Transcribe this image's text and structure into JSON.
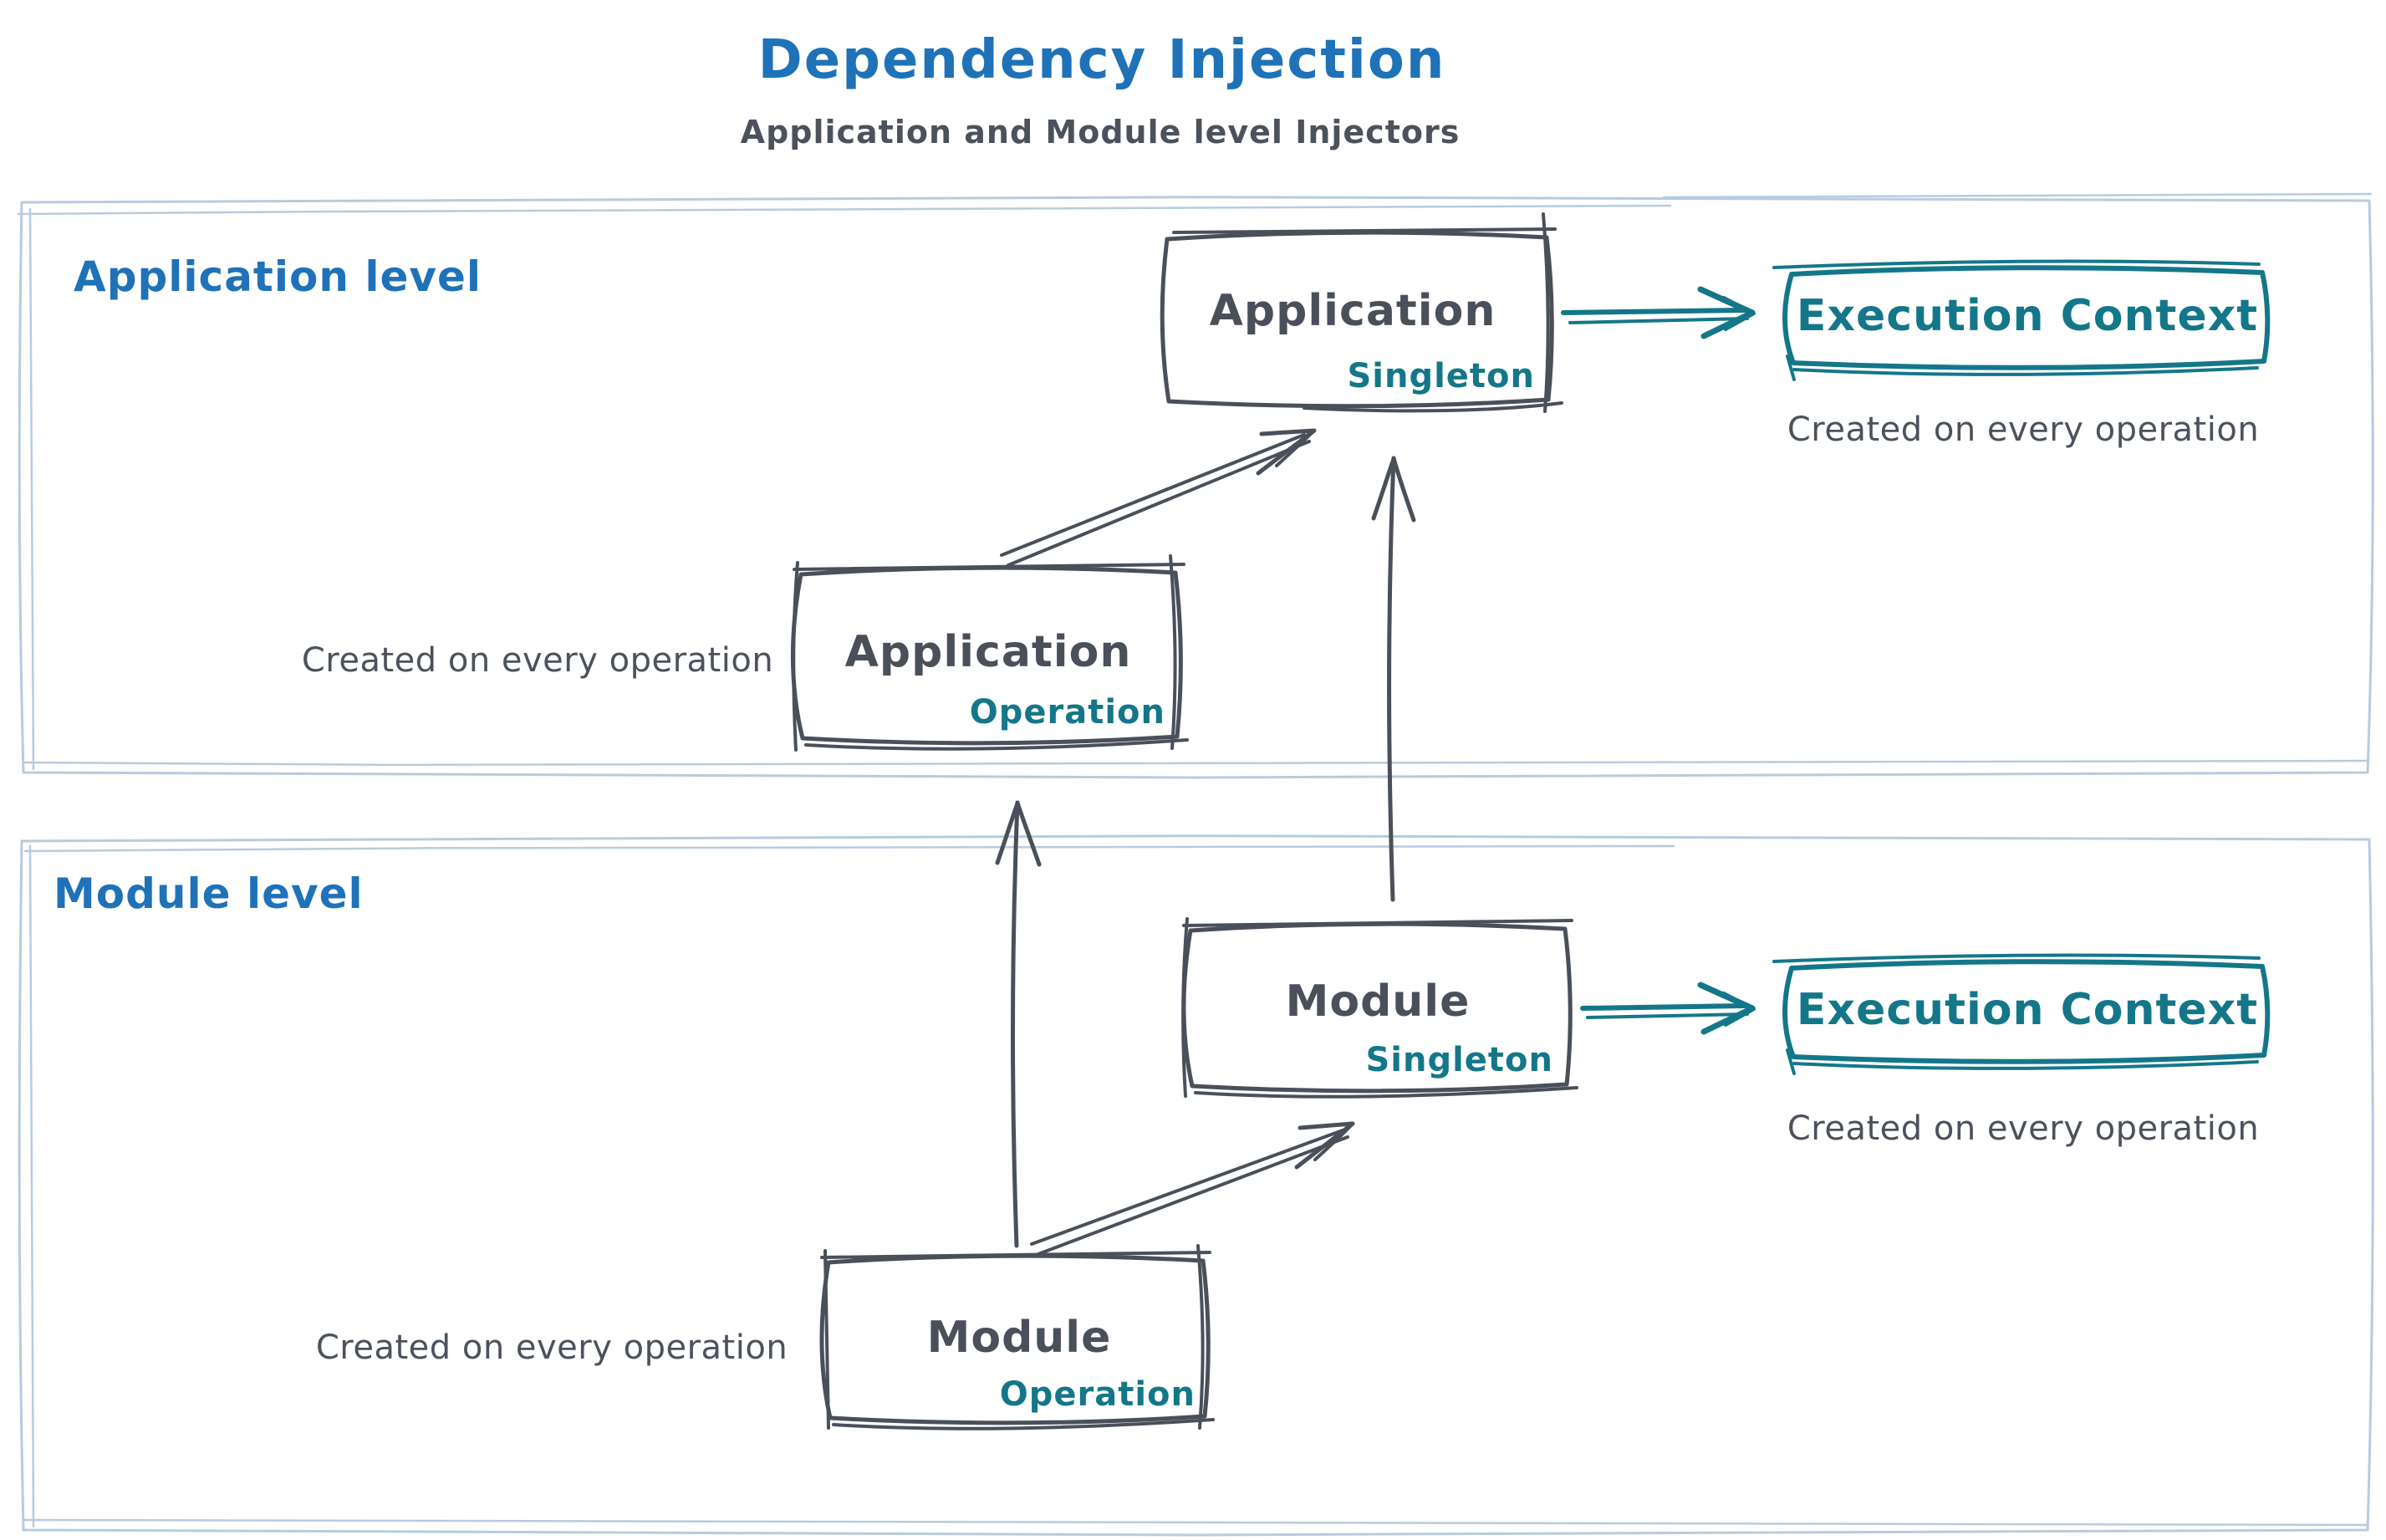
{
  "colors": {
    "blue": "#1f72b8",
    "ink": "#49505a",
    "teal": "#147789",
    "frame": "#b9cbde",
    "caption": "#4b525c",
    "background": "#ffffff"
  },
  "header": {
    "title": "Dependency Injection",
    "subtitle": "Application and Module level Injectors"
  },
  "sections": {
    "application": {
      "label": "Application level",
      "singleton_node": {
        "title": "Application",
        "badge": "Singleton"
      },
      "operation_node": {
        "title": "Application",
        "badge": "Operation",
        "note": "Created on every operation"
      },
      "execution_context": {
        "title": "Execution Context",
        "note": "Created on every operation"
      }
    },
    "module": {
      "label": "Module level",
      "singleton_node": {
        "title": "Module",
        "badge": "Singleton"
      },
      "operation_node": {
        "title": "Module",
        "badge": "Operation",
        "note": "Created on every operation"
      },
      "execution_context": {
        "title": "Execution Context",
        "note": "Created on every operation"
      }
    }
  }
}
